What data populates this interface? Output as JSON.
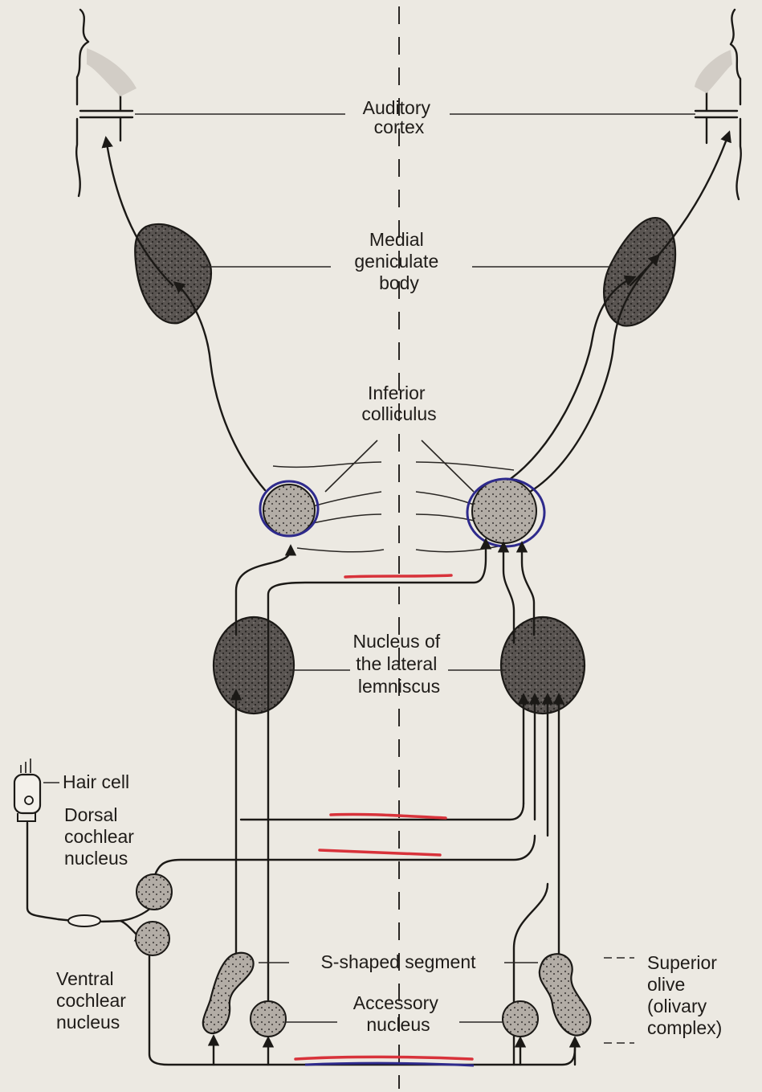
{
  "labels": {
    "auditory_cortex": [
      "Auditory",
      "cortex"
    ],
    "medial_geniculate_body": [
      "Medial",
      "geniculate",
      "body"
    ],
    "inferior_colliculus": [
      "Inferior",
      "colliculus"
    ],
    "nucleus_lateral_lemniscus": [
      "Nucleus of",
      "the lateral",
      "lemniscus"
    ],
    "hair_cell": "Hair cell",
    "dorsal_cochlear_nucleus": [
      "Dorsal",
      "cochlear",
      "nucleus"
    ],
    "ventral_cochlear_nucleus": [
      "Ventral",
      "cochlear",
      "nucleus"
    ],
    "s_shaped_segment": "S-shaped segment",
    "accessory_nucleus": [
      "Accessory",
      "nucleus"
    ],
    "superior_olive": [
      "Superior",
      "olive",
      "(olivary",
      "complex)"
    ]
  },
  "colors": {
    "background": "#ece9e2",
    "ink": "#1b1916",
    "annotation_red": "#d8323a",
    "annotation_blue": "#2e2a8c"
  }
}
